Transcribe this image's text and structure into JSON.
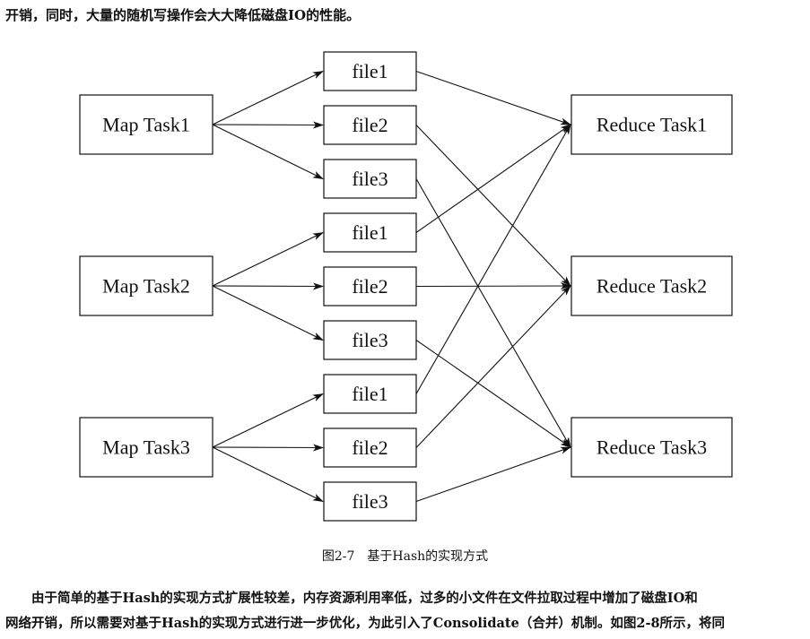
{
  "top_text": "开销，同时，大量的随机写操作会大大降低磁盘IO的性能。",
  "diagram": {
    "map_tasks": [
      {
        "label": "Map Task1",
        "files": [
          "file1",
          "file2",
          "file3"
        ]
      },
      {
        "label": "Map Task2",
        "files": [
          "file1",
          "file2",
          "file3"
        ]
      },
      {
        "label": "Map Task3",
        "files": [
          "file1",
          "file2",
          "file3"
        ]
      }
    ],
    "reduce_tasks": [
      "Reduce Task1",
      "Reduce Task2",
      "Reduce Task3"
    ]
  },
  "caption": "图2-7　基于Hash的实现方式",
  "paragraph": {
    "line1": "　　由于简单的基于Hash的实现方式扩展性较差，内存资源利用率低，过多的小文件在文件拉取过程中增加了磁盘IO和",
    "line2": "网络开销，所以需要对基于Hash的实现方式进行进一步优化，为此引入了Consolidate（合并）机制。如图2-8所示，将同"
  }
}
